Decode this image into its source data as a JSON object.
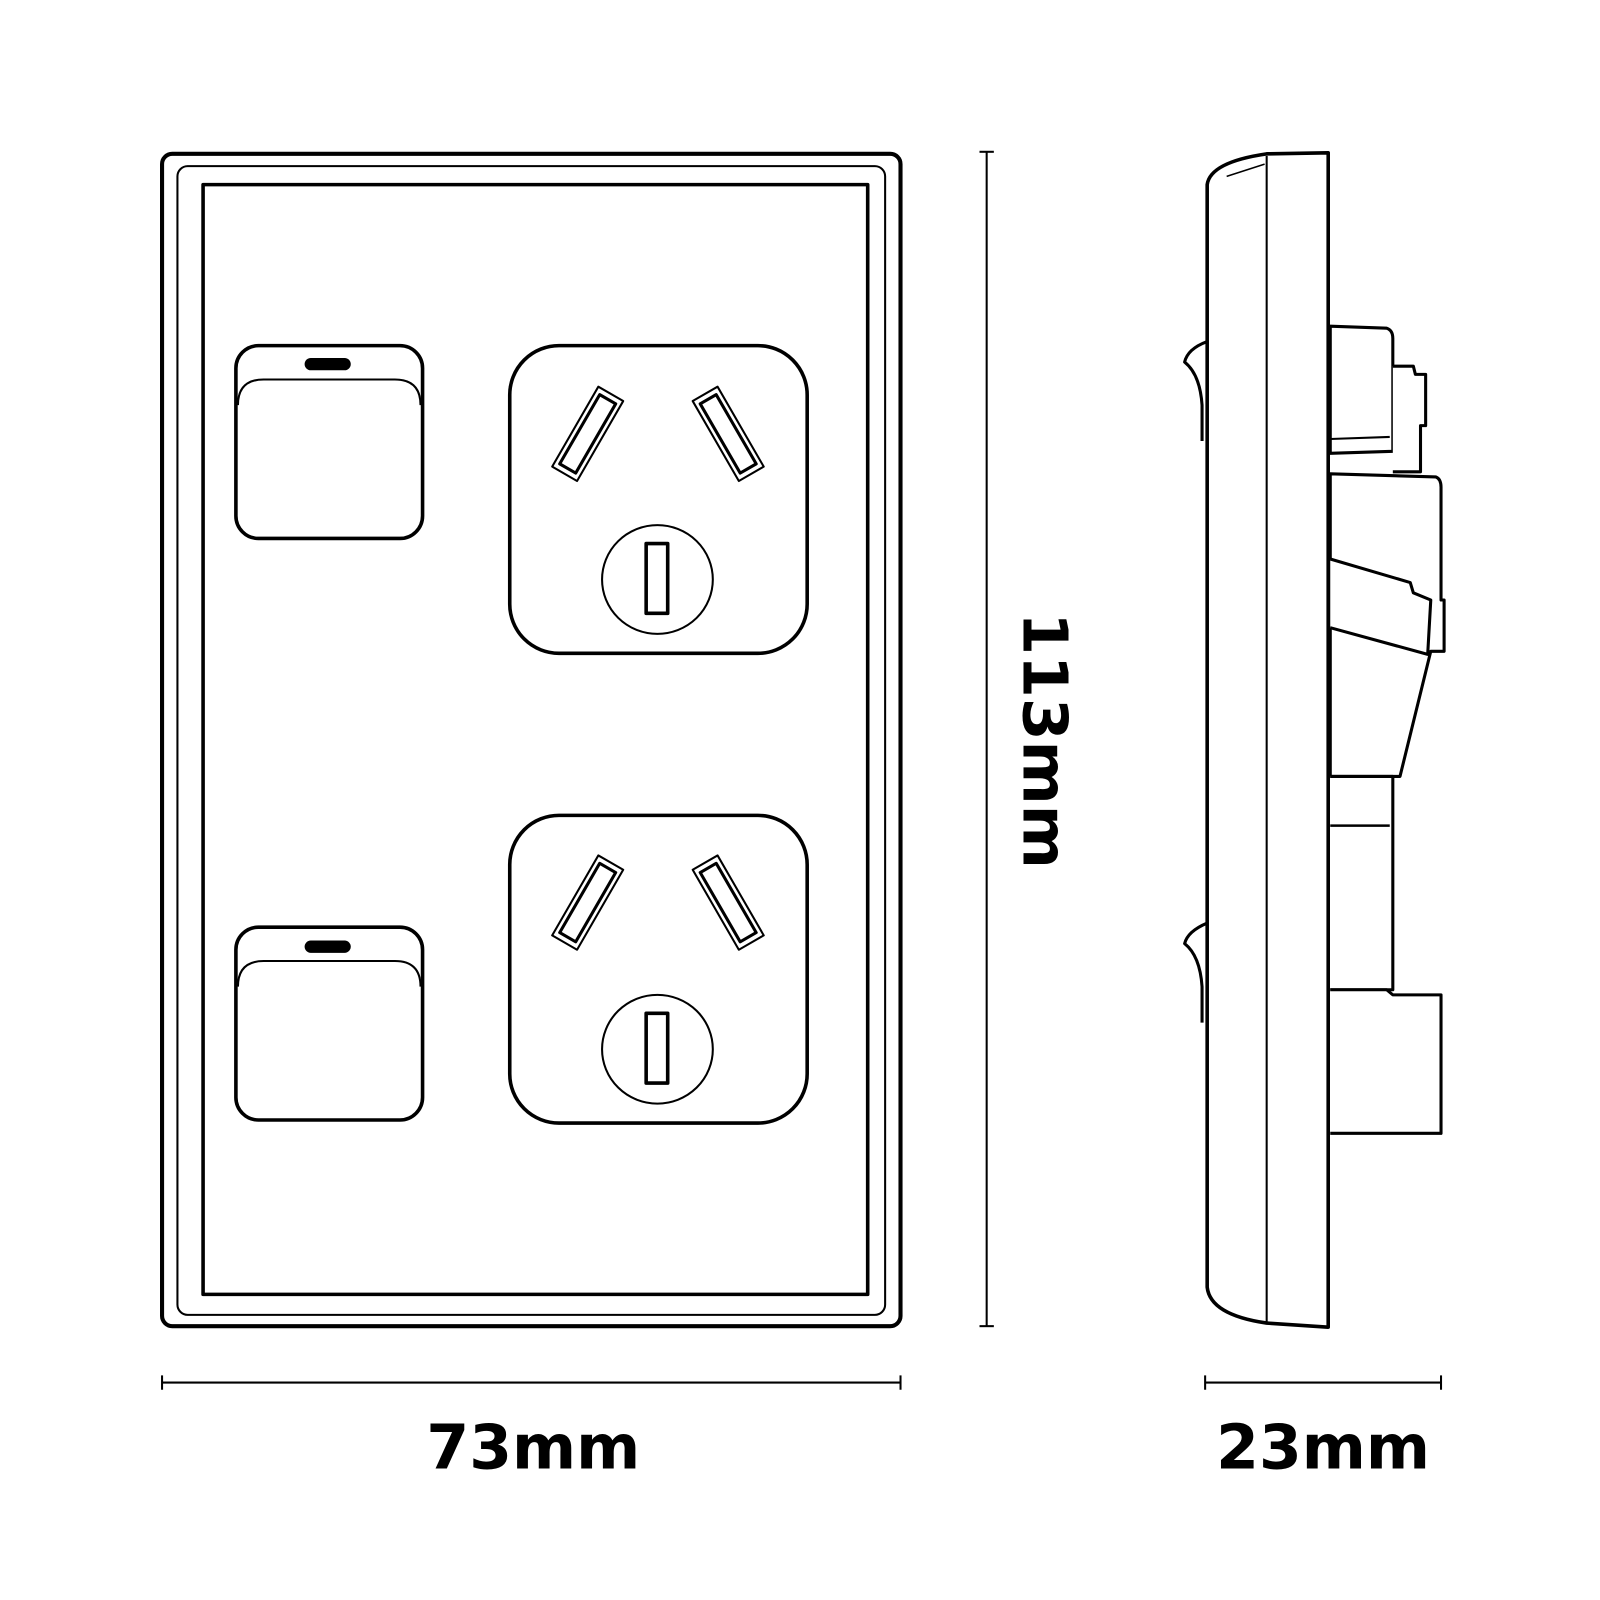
{
  "dimensions": {
    "width": "73mm",
    "height": "113mm",
    "depth": "23mm"
  },
  "colors": {
    "line": "#000000",
    "background": "#ffffff"
  }
}
